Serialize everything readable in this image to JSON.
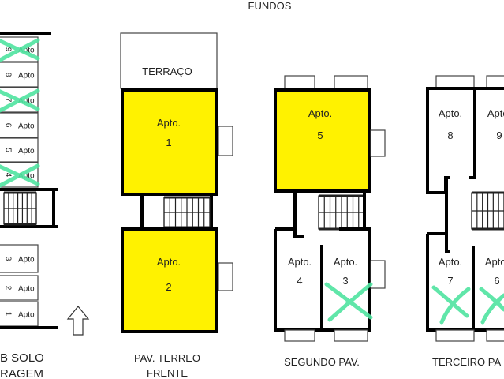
{
  "header": {
    "title": "FUNDOS"
  },
  "colors": {
    "occupied": "#fff200",
    "cross": "#4fe3a0",
    "wall": "#000000"
  },
  "subsolo": {
    "label_line1": "B SOLO",
    "label_line2": "RAGEM",
    "spots": [
      {
        "num": "9",
        "text": "Apto",
        "crossed": true
      },
      {
        "num": "8",
        "text": "Apto",
        "crossed": false
      },
      {
        "num": "7",
        "text": "Apto",
        "crossed": true
      },
      {
        "num": "6",
        "text": "Apto",
        "crossed": false
      },
      {
        "num": "5",
        "text": "Apto",
        "crossed": false
      },
      {
        "num": "4",
        "text": "Apto",
        "crossed": true
      },
      {
        "num": "3",
        "text": "Apto",
        "crossed": false
      },
      {
        "num": "2",
        "text": "Apto",
        "crossed": false
      },
      {
        "num": "1",
        "text": "Apto",
        "crossed": false
      }
    ],
    "arrow_icon": "up-arrow-icon"
  },
  "terreo": {
    "label_line1": "PAV. TERREO",
    "label_line2": "FRENTE",
    "terraco": "TERRAÇO",
    "apts": [
      {
        "label": "Apto.",
        "num": "1",
        "occupied": true
      },
      {
        "label": "Apto.",
        "num": "2",
        "occupied": true
      }
    ]
  },
  "segundo": {
    "label": "SEGUNDO PAV.",
    "apts": [
      {
        "label": "Apto.",
        "num": "5",
        "occupied": true
      },
      {
        "label": "Apto.",
        "num": "4",
        "occupied": false
      },
      {
        "label": "Apto.",
        "num": "3",
        "occupied": false,
        "crossed": true
      }
    ]
  },
  "terceiro": {
    "label": "TERCEIRO PA",
    "apts": [
      {
        "label": "Apto.",
        "num": "8"
      },
      {
        "label": "Apto.",
        "num": "9"
      },
      {
        "label": "Apto.",
        "num": "7",
        "crossed": true
      },
      {
        "label": "Apto.",
        "num": "6",
        "crossed": true
      }
    ]
  }
}
